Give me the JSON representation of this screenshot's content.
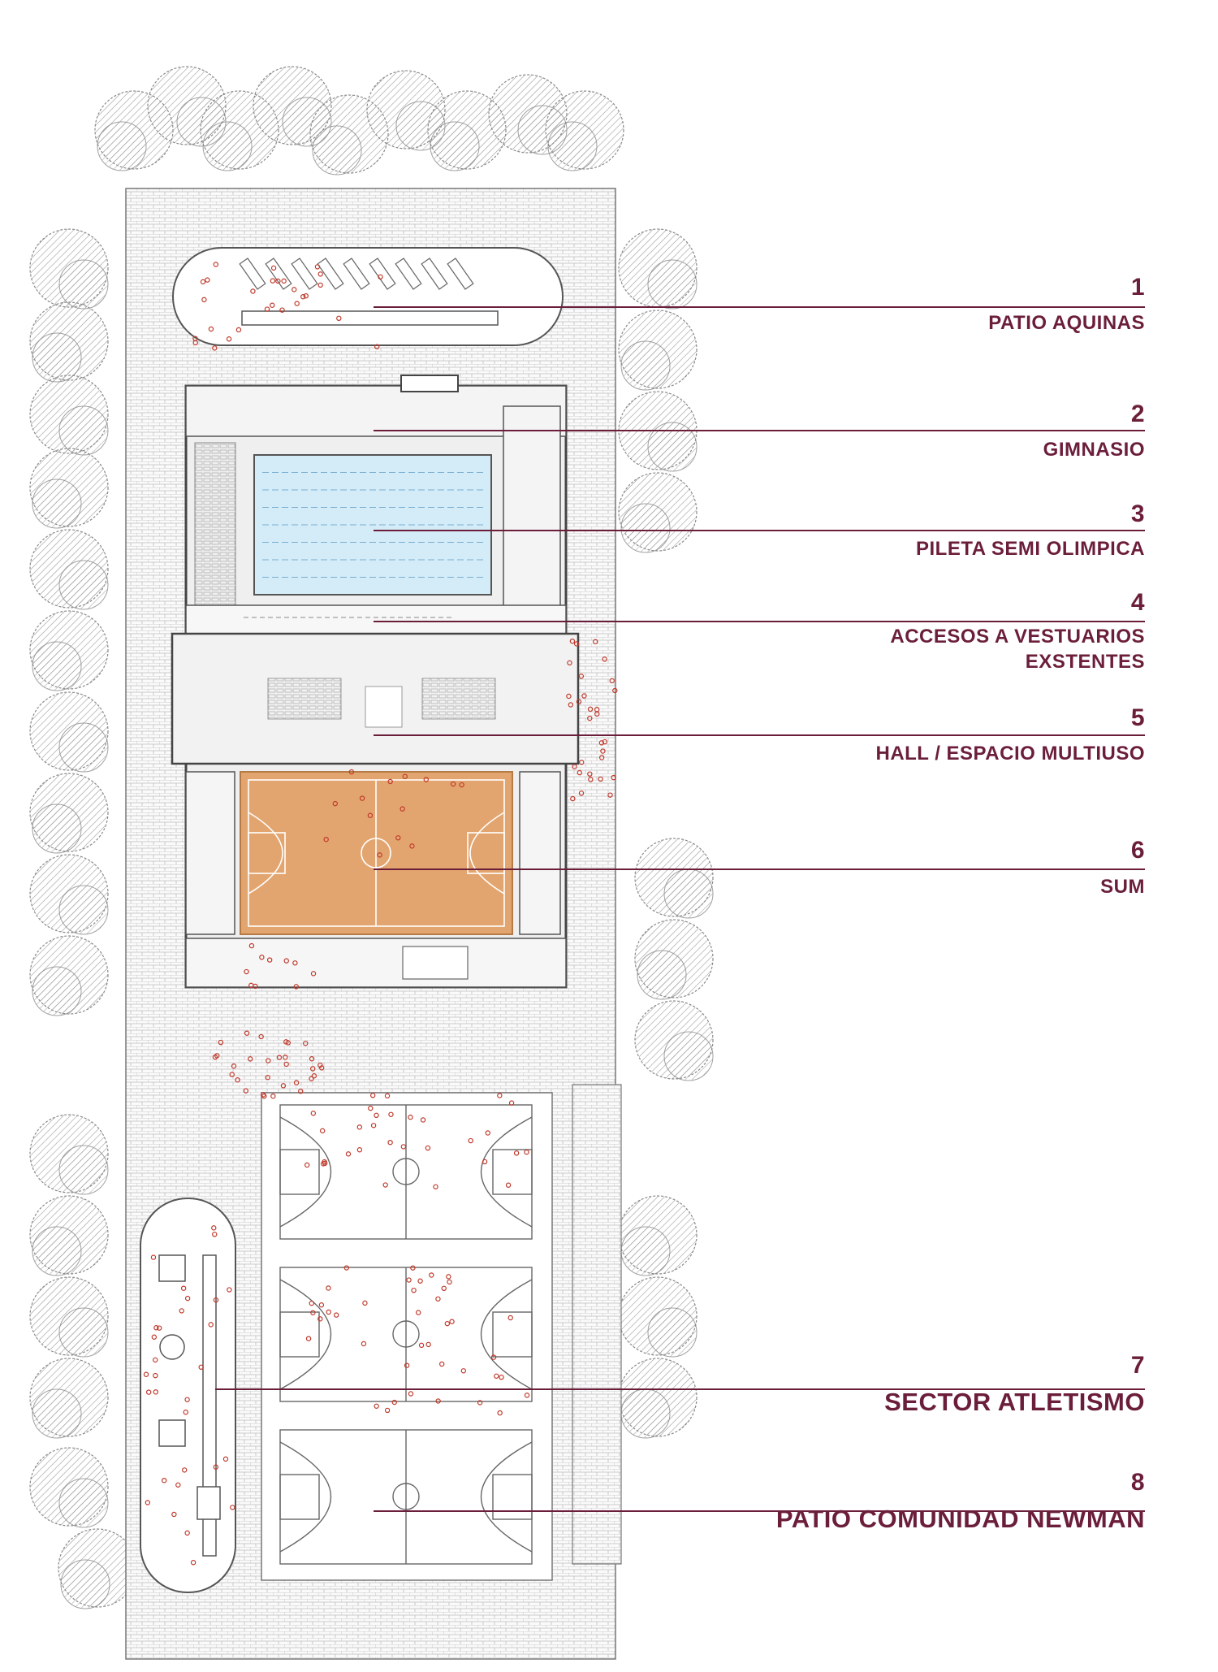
{
  "legend": [
    {
      "num": "1",
      "label": "PATIO AQUINAS"
    },
    {
      "num": "2",
      "label": "GIMNASIO"
    },
    {
      "num": "3",
      "label": "PILETA  SEMI OLIMPICA"
    },
    {
      "num": "4",
      "label": "ACCESOS A VESTUARIOS\nEXSTENTES"
    },
    {
      "num": "5",
      "label": "HALL / ESPACIO MULTIUSO"
    },
    {
      "num": "6",
      "label": "SUM"
    },
    {
      "num": "7",
      "label": "SECTOR ATLETISMO"
    },
    {
      "num": "8",
      "label": "PATIO COMUNIDAD NEWMAN"
    }
  ],
  "colors": {
    "accent": "#6b1e3a",
    "paving": "#c9c9c9",
    "pool_water": "#d4ecf8",
    "sum_court": "#e3a56f",
    "people": "#c0392b",
    "trees": "#8a8a8a"
  }
}
